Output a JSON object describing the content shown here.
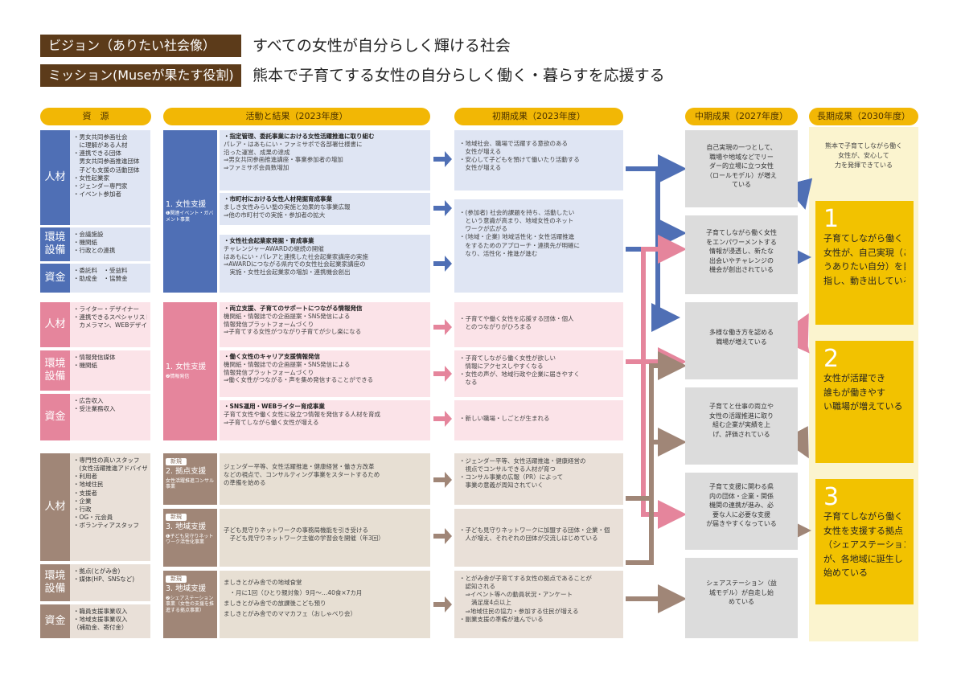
{
  "header": {
    "vision_label": "ビジョン（ありたい社会像）",
    "vision_text": "すべての女性が自分らしく輝ける社会",
    "mission_label": "ミッション(Museが果たす役割)",
    "mission_text": "熊本で子育てする女性の自分らしく働く・暮らすを応援する"
  },
  "columns": {
    "resources": "資　源",
    "activities": "活動と結果（2023年度）",
    "initial": "初期成果（2023年度）",
    "medium": "中期成果（2027年度）",
    "long": "長期成果（2030年度）"
  },
  "resources": {
    "blue": [
      {
        "label": "人材",
        "items": [
          "・男女共同参画社会",
          "　に理解がある人材",
          "・連携できる団体",
          "　男女共同参画推進団体",
          "　子ども支援の活動団体",
          "・女性起業家",
          "・ジェンダー専門家",
          "・イベント参加者"
        ]
      },
      {
        "label": "環境\n設備",
        "items": [
          "・会議施設",
          "・機関紙",
          "・行政との連携"
        ]
      },
      {
        "label": "資金",
        "items": [
          "・委託料　・受益料",
          "・助成金　・協賛金"
        ]
      }
    ],
    "pink": [
      {
        "label": "人材",
        "items": [
          "・ライター・デザイナー",
          "・連携できるスペシャリスト",
          "　カメラマン、WEBデザイナー"
        ]
      },
      {
        "label": "環境\n設備",
        "items": [
          "・情報発信媒体",
          "・機関紙"
        ]
      },
      {
        "label": "資金",
        "items": [
          "・広告収入",
          "・受注業務収入"
        ]
      }
    ],
    "brown": [
      {
        "label": "人材",
        "items": [
          "・専門性の高いスタッフ",
          "　(女性活躍推進アドバイザー)",
          "・利用者",
          "・地域住民",
          "・支援者",
          "・企業",
          "・行政",
          "・OG・元会員",
          "・ボランティアスタッフ"
        ]
      },
      {
        "label": "環境\n設備",
        "items": [
          "・拠点(とがみ舎)",
          "・媒体(HP、SNSなど)"
        ]
      },
      {
        "label": "資金",
        "items": [
          "・職員支援事業収入",
          "・地域支援事業収入",
          "（補助金、寄付金）"
        ]
      }
    ]
  },
  "programs": {
    "p1": {
      "title": "1. 女性支援",
      "sub": "❶関連イベント・ガバメント事業"
    },
    "p2": {
      "title": "1. 女性支援",
      "sub": "❷情報発信"
    },
    "p3": {
      "badge": "新規",
      "title": "2. 拠点支援",
      "sub": "女性活躍推進コンサル事業"
    },
    "p4": {
      "badge": "新規",
      "title": "3. 地域支援",
      "sub": "❶子ども見守りネットワーク活性化事業"
    },
    "p5": {
      "badge": "新規",
      "title": "3. 地域支援",
      "sub": "❷シェアステーション事業（女性の支援を推進する拠点事業）"
    }
  },
  "activities": {
    "a1": {
      "title": "・指定管理、委託事業における女性活躍推進に取り組む",
      "lines": [
        "パレア・はあもにい・ファミサポで各部署仕様書に",
        "沿った運営、成果の達成",
        "⇒男女共同参画推進講座・事業参加者の増加",
        "⇒ファミサポ会員数増加"
      ]
    },
    "a2": {
      "title": "・市町村における女性人材発掘育成事業",
      "lines": [
        "ましき女性みらい塾の実施と効果的な事業広報",
        "⇒他の市町村での実施・参加者の拡大"
      ]
    },
    "a3": {
      "title": "・女性社会起業家発掘・育成事業",
      "lines": [
        "チャレンジャーAWARDの継続の開催",
        "はあもにい・パレアと連携した社会起業家講座の実施",
        "⇒AWARDにつながる県内での女性社会起業家講座の",
        "　実施・女性社会起業家の増加・連携機会創出"
      ]
    },
    "a4": {
      "title": "・両立支援、子育てのサポートにつながる情報発信",
      "lines": [
        "機関紙・情報誌での企画提案・SNS発信による",
        "情報発信プラットフォームづくり",
        "⇒子育てする女性がつながり子育てが少し楽になる"
      ]
    },
    "a5": {
      "title": "・働く女性のキャリア支援情報発信",
      "lines": [
        "機関紙・情報誌での企画提案・SNS発信による",
        "情報発信プラットフォームづくり",
        "⇒働く女性がつながる・声を集め発信することができる"
      ]
    },
    "a6": {
      "title": "・SNS運用・WEBライター育成事業",
      "lines": [
        "子育て女性や働く女性に役立つ情報を発信する人材を育成",
        "⇒子育てしながら働く女性が増える"
      ]
    },
    "a7": {
      "lines": [
        "ジェンダー平等、女性活躍推進・健康経営・働き方改革",
        "などの視点で、コンサルティング事業をスタートするため",
        "の準備を始める"
      ]
    },
    "a8": {
      "lines": [
        "子ども見守りネットワークの事務局機能を引き受ける",
        "　子ども見守りネットワーク主催の学習会を開催（年3回）"
      ]
    },
    "a9": {
      "lines": [
        "ましきとがみ舎での地域食堂",
        "　・月に1回（ひとり親対象）9月〜…40食×7カ月",
        "ましきとがみ舎での放課後こども預り",
        "ましきとがみ舎でのママカフェ（おしゃべり会）"
      ]
    }
  },
  "initial_outcomes": {
    "i1": [
      "・地域社会、職場で活躍する意欲のある",
      "　女性が増える",
      "・安心して子どもを預けて働いたり活動する",
      "　女性が増える"
    ],
    "i2": [
      "・(参加者) 社会的課題を持ち、活動したい",
      "　という意識が高まり、地域女性のネット",
      "　ワークが広がる",
      "・(地域・企業) 地域活性化・女性活躍推進",
      "　をするためのアプローチ・連携先が明確に",
      "　なり、活性化・推進が進む"
    ],
    "i3": [
      "・子育てや働く女性を応援する団体・個人",
      "　とのつながりがひろまる"
    ],
    "i4": [
      "・子育てしながら働く女性が欲しい",
      "　情報にアクセスしやすくなる",
      "・女性の声が、地域行政や企業に届きやすく",
      "　なる"
    ],
    "i5": [
      "・新しい職場・しごとが生まれる"
    ],
    "i6": [
      "・ジェンダー平等、女性活躍推進・健康経営の",
      "　視点でコンサルできる人材が育つ",
      "・コンサル事業の広報（PR）によって",
      "　事業の意義が周知されていく"
    ],
    "i7": [
      "・子ども見守りネットワークに加盟する団体・企業・個",
      "　人が増え、それぞれの団体が交流しはじめている"
    ],
    "i8": [
      "・とがみ舎が子育てする女性の拠点であることが",
      "　認知される",
      "　⇒イベント等への動員状況・アンケート",
      "　　満足度4点以上",
      "　⇒地域住民の協力・参加する住民が増える",
      "・副業支援の準備が進んでいる"
    ]
  },
  "medium_outcomes": [
    [
      "自己実現の一つとして、",
      "職場や地域などでリー",
      "ダー的立場に立つ女性",
      "（ロールモデル）が増え",
      "ている"
    ],
    [
      "子育てしながら働く女性",
      "をエンパワーメントする",
      "情報が浸透し、新たな",
      "出会いやチャレンジの",
      "機会が創出されている"
    ],
    [
      "多様な働き方を認める",
      "職場が増えている"
    ],
    [
      "子育てと仕事の両立や",
      "女性の活躍推進に取り",
      "組む企業が実績を上",
      "げ、評価されている"
    ],
    [
      "子育て支援に関わる県",
      "内の団体・企業・関係",
      "機関の連携が進み、必",
      "要な人に必要な支援",
      "が届きやすくなっている"
    ],
    [
      "シェアステーション（益",
      "城モデル）が自走し始",
      "めている"
    ]
  ],
  "long_outcomes": {
    "intro": [
      "熊本で子育てしながら働く",
      "女性が、安心して",
      "力を発揮できている"
    ],
    "items": [
      {
        "num": "1",
        "lines": [
          "子育てしながら働く",
          "女性が、自己実現（こ",
          "うありたい自分）を目",
          "指し、動き出している"
        ]
      },
      {
        "num": "2",
        "lines": [
          "女性が活躍でき",
          "誰もが働きやす",
          "い職場が増えている"
        ]
      },
      {
        "num": "3",
        "lines": [
          "子育てしながら働く",
          "女性を支援する拠点",
          "（シェアステーション）",
          "が、各地域に誕生し",
          "始めている"
        ]
      }
    ]
  },
  "colors": {
    "blue": "#4f6fb5",
    "pink": "#e5859c",
    "brown": "#a08677",
    "gold": "#f2b705",
    "header_brown": "#5c3b1a"
  }
}
